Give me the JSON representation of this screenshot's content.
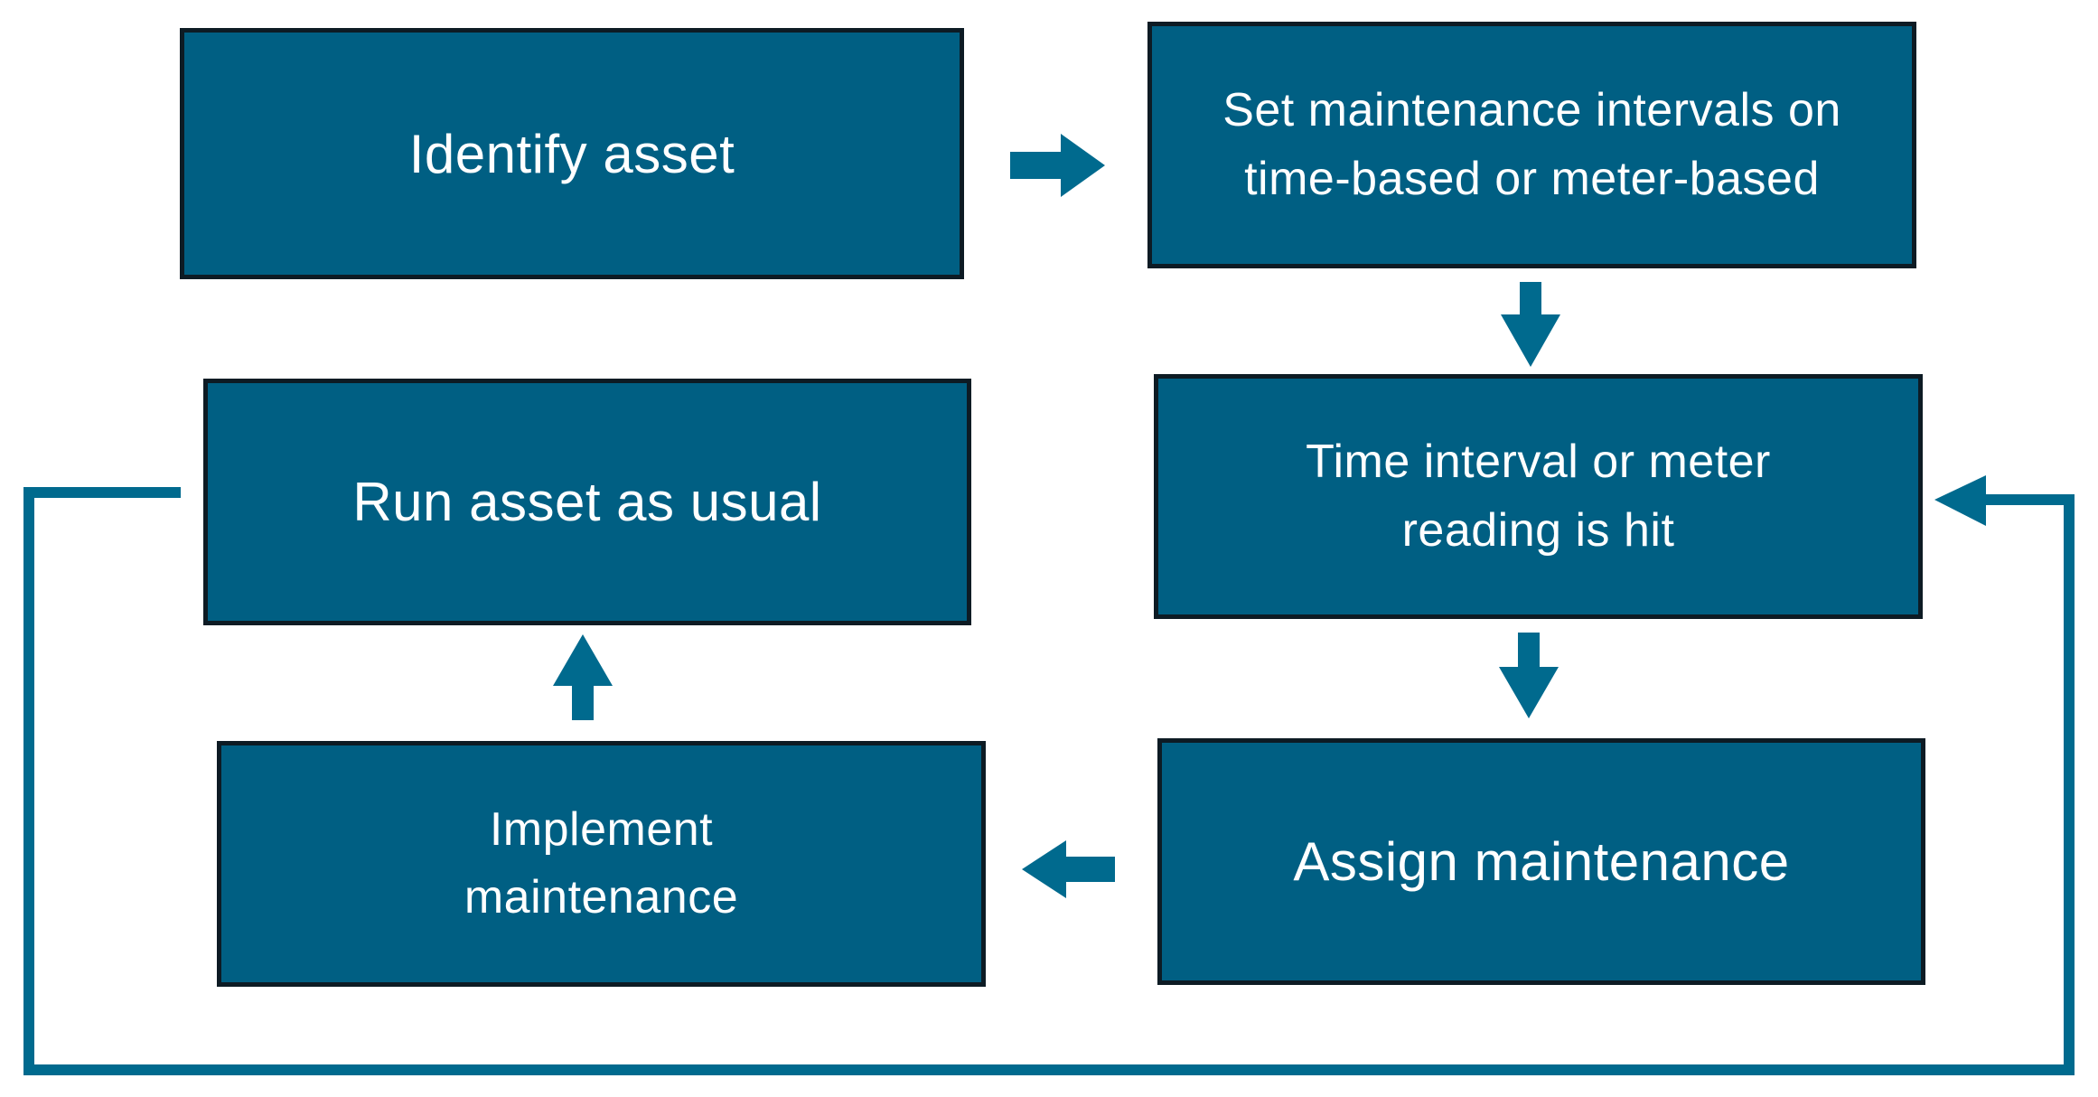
{
  "colors": {
    "box_fill": "#005f83",
    "box_border": "#0d1b24",
    "box_text": "#ffffff",
    "arrow": "#006a8e"
  },
  "steps": [
    {
      "id": "identify",
      "label": "Identify asset"
    },
    {
      "id": "set",
      "label": "Set maintenance intervals on time-based or meter-based"
    },
    {
      "id": "hit",
      "label": "Time interval or meter reading is hit"
    },
    {
      "id": "assign",
      "label": "Assign maintenance"
    },
    {
      "id": "implement",
      "label": "Implement maintenance"
    },
    {
      "id": "run",
      "label": "Run asset as usual"
    }
  ],
  "flow": [
    {
      "from": "identify",
      "to": "set",
      "direction": "right"
    },
    {
      "from": "set",
      "to": "hit",
      "direction": "down"
    },
    {
      "from": "hit",
      "to": "assign",
      "direction": "down"
    },
    {
      "from": "assign",
      "to": "implement",
      "direction": "left"
    },
    {
      "from": "implement",
      "to": "run",
      "direction": "up"
    },
    {
      "from": "run",
      "to": "hit",
      "direction": "loop-back"
    }
  ]
}
